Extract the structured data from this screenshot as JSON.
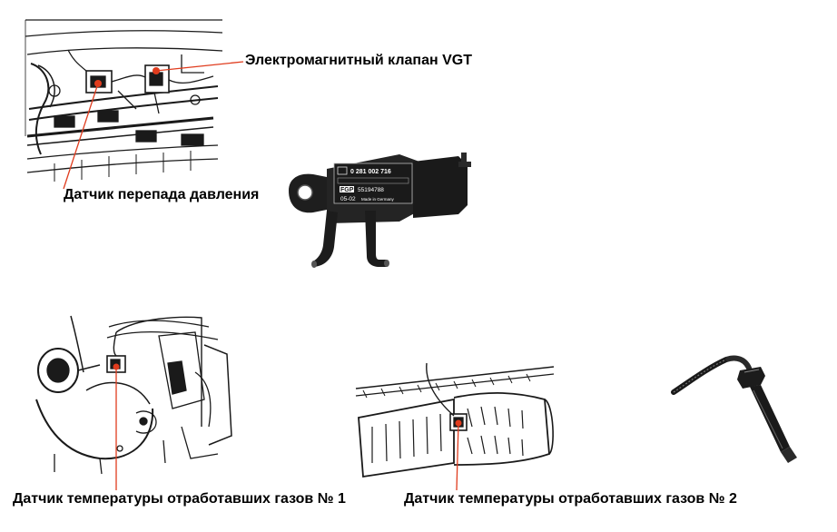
{
  "labels": {
    "vgt_valve": "Электромагнитный клапан VGT",
    "pressure_sensor": "Датчик перепада давления",
    "temp_sensor_1": "Датчик температуры отработавших газов № 1",
    "temp_sensor_2": "Датчик температуры отработавших газов № 2"
  },
  "sensor_print": {
    "part_number": "0 281 002 716",
    "fgp_tag": "FGP",
    "serial": "55194788",
    "date_code": "05-02",
    "origin": "Made in Germany"
  },
  "colors": {
    "callout_line": "#e03c1e",
    "callout_dot": "#e03c1e",
    "ink": "#1a1a1a",
    "sensor_body": "#1e1e1e"
  },
  "icons": {
    "engine_top": "engine-illustration",
    "sensor_photo": "pressure-sensor-photo",
    "turbo": "turbocharger-illustration",
    "catalyst": "catalyst-illustration",
    "probe": "temperature-probe-photo"
  }
}
